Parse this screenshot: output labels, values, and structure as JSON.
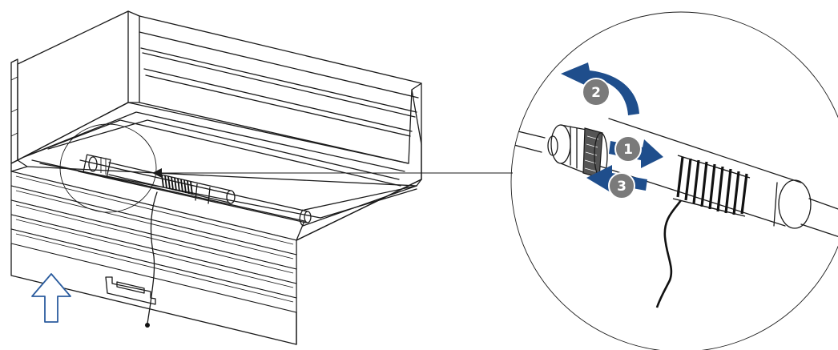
{
  "colors": {
    "line": "#1a1a1a",
    "arrow_blue": "#1f4e8c",
    "badge_fill": "#7a7a7a",
    "badge_text": "#ffffff",
    "spring": "#111111",
    "motor_cap": "#555555"
  },
  "steps": [
    {
      "label": "1",
      "icon": "arrow-right-icon",
      "meaning": ""
    },
    {
      "label": "2",
      "icon": "rotate-arrow-icon",
      "meaning": ""
    },
    {
      "label": "3",
      "icon": "arrow-left-icon",
      "meaning": ""
    }
  ],
  "icons": {
    "lift_arrow": "up-arrow-icon",
    "bracket": "bracket-icon"
  }
}
